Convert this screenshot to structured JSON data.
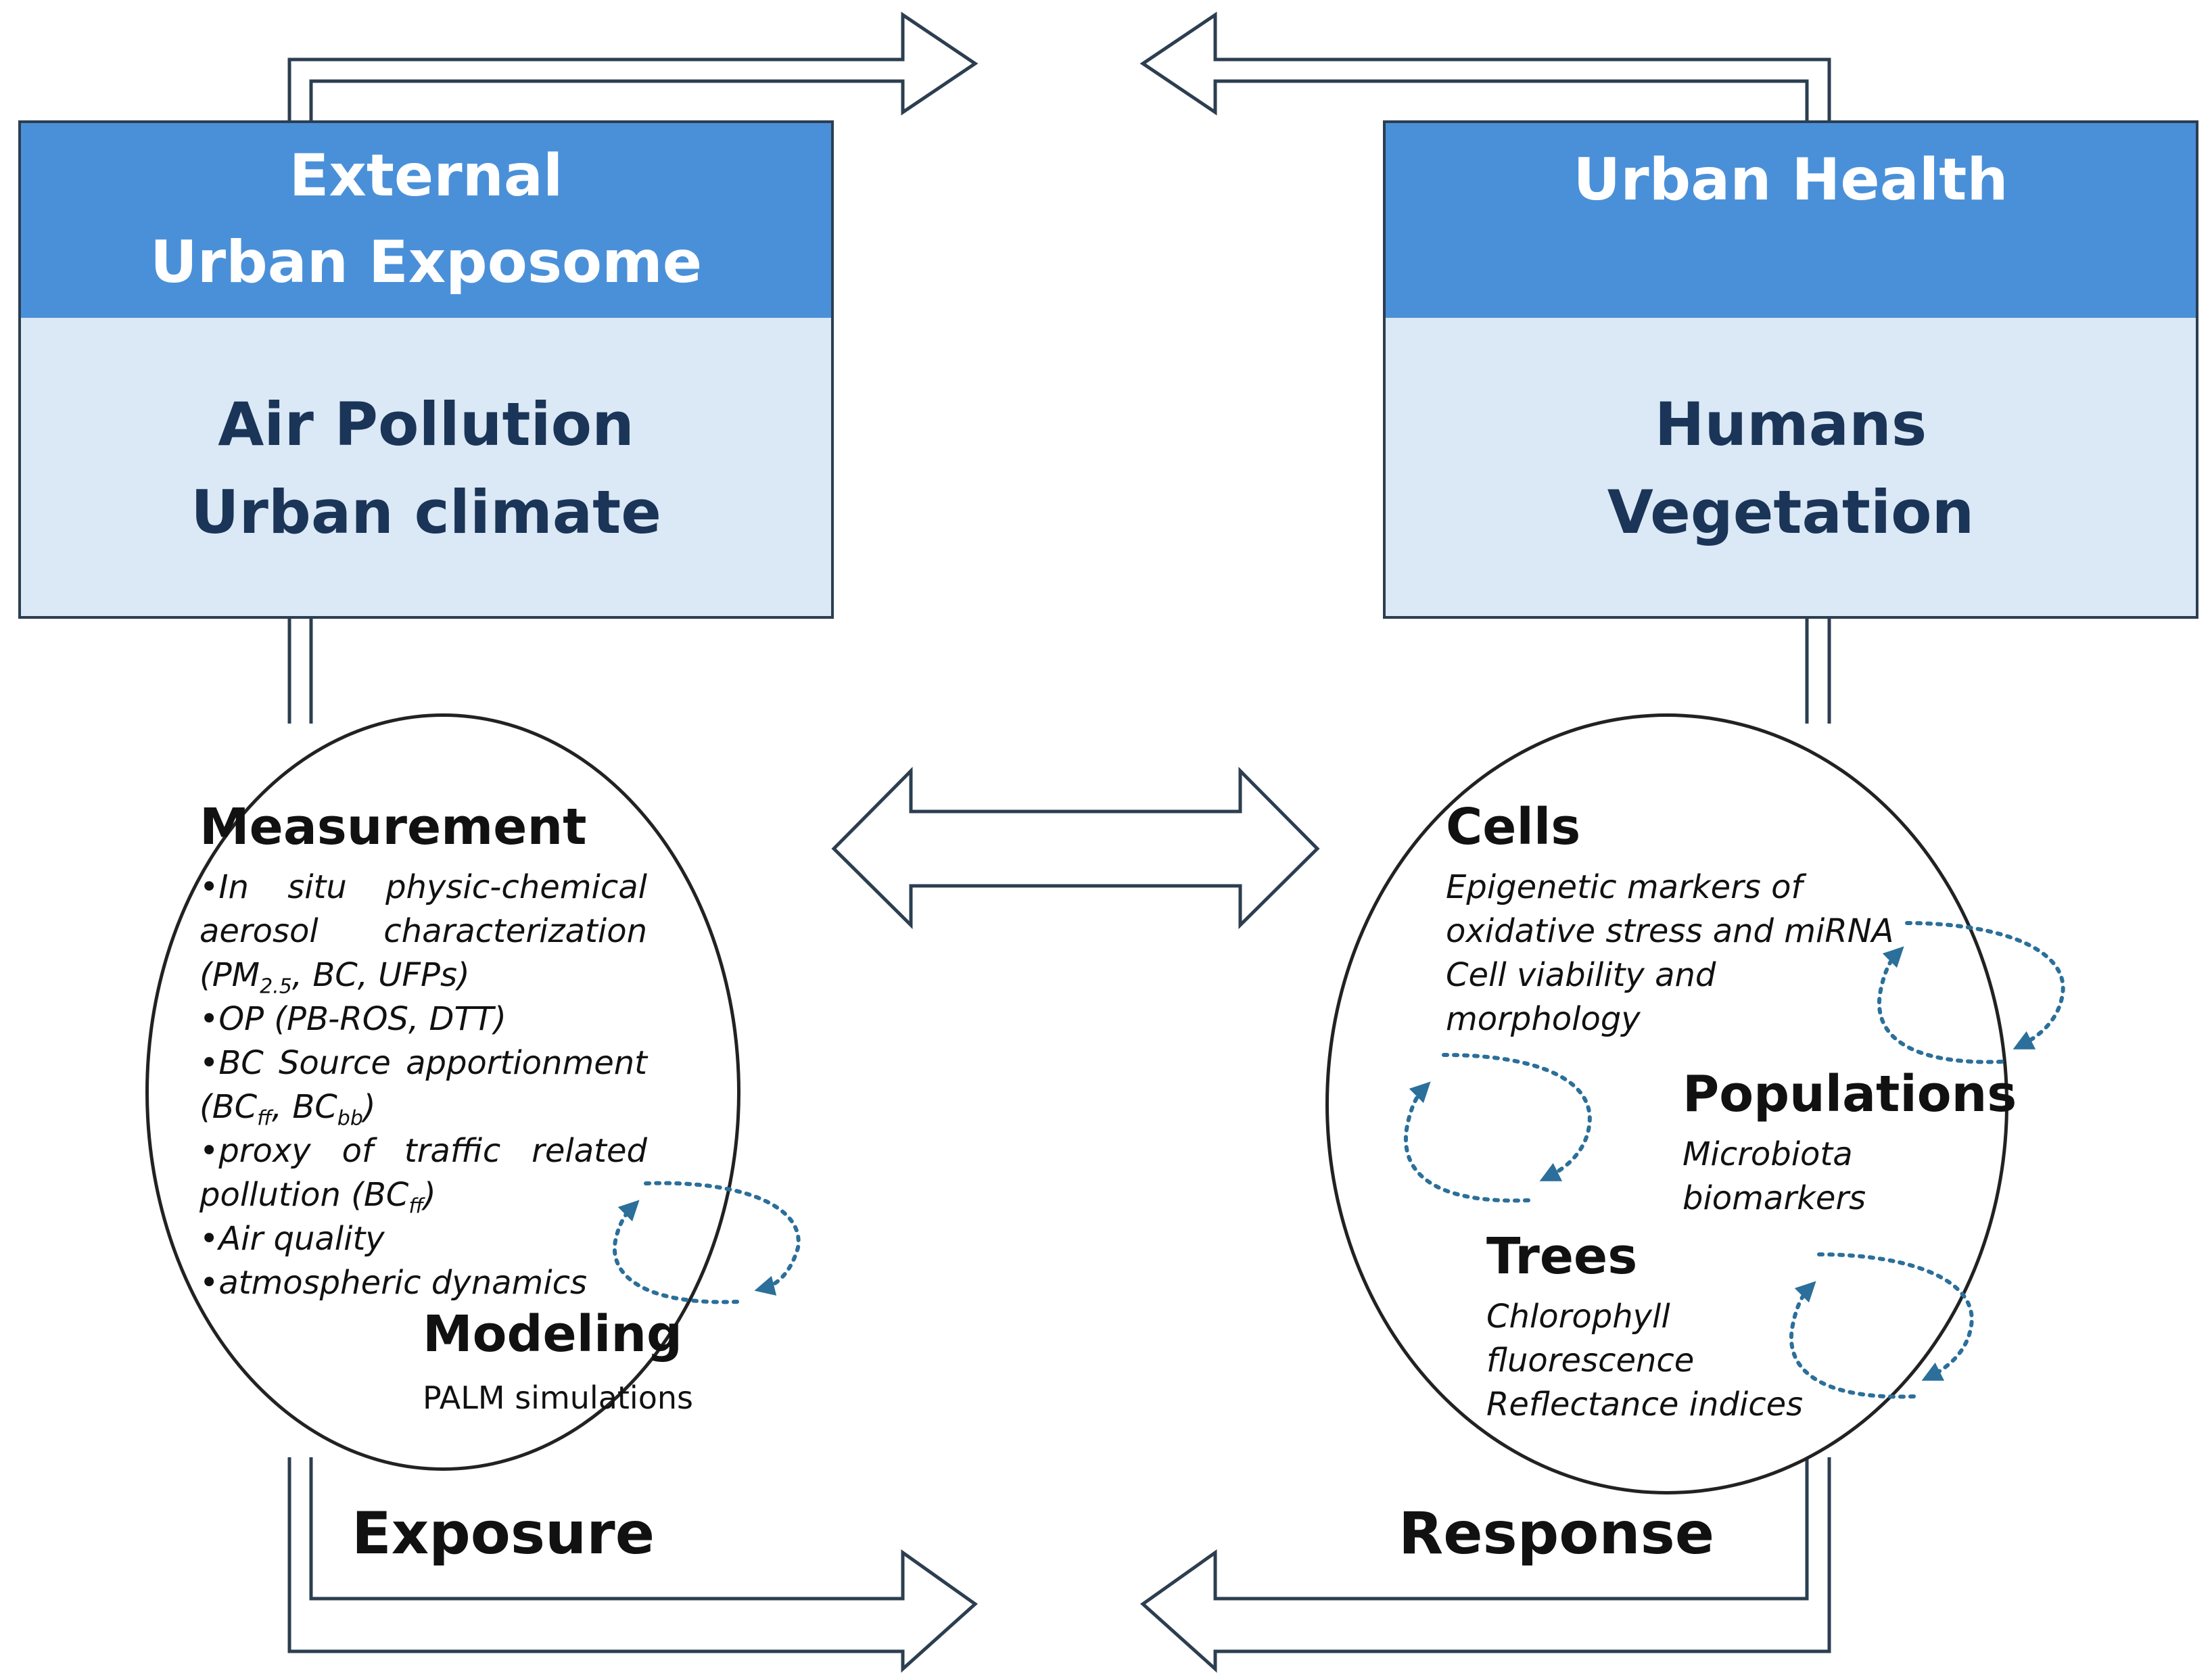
{
  "left_box": {
    "header_line1": "External",
    "header_line2": "Urban Exposome",
    "body_line1": "Air Pollution",
    "body_line2": "Urban climate"
  },
  "right_box": {
    "header_line1": "Urban Health",
    "body_line1": "Humans",
    "body_line2": "Vegetation"
  },
  "left_circle": {
    "heading": "Measurement",
    "lines": [
      "•In situ physic-chemical",
      "aerosol characterization",
      "(PM",
      "2.5",
      ", BC, UFPs)",
      "•OP (PB-ROS, DTT)",
      "•BC Source apportionment",
      "(BC",
      "ff",
      ", BC",
      "bb",
      ")",
      "•proxy of traffic related",
      "pollution (BC",
      "ff",
      ")",
      "•Air quality",
      "•atmospheric dynamics"
    ],
    "modeling_heading": "Modeling",
    "modeling_text": "PALM simulations"
  },
  "right_circle": {
    "cells_heading": "Cells",
    "cells_lines": [
      "Epigenetic markers of",
      "oxidative stress and miRNA",
      "Cell viability and",
      "morphology"
    ],
    "populations_heading": "Populations",
    "populations_lines": [
      "Microbiota",
      "biomarkers"
    ],
    "trees_heading": "Trees",
    "trees_lines": [
      "Chlorophyll",
      "fluorescence",
      "Reflectance indices"
    ]
  },
  "bottom_labels": {
    "exposure": "Exposure",
    "response": "Response"
  },
  "colors": {
    "header_blue": "#4a90d9",
    "body_light_blue": "#dbe8f6",
    "body_text": "#1a3557",
    "cycle_arrow": "#2b6f9a"
  },
  "icons": [
    "cycle-arrow-icon"
  ]
}
